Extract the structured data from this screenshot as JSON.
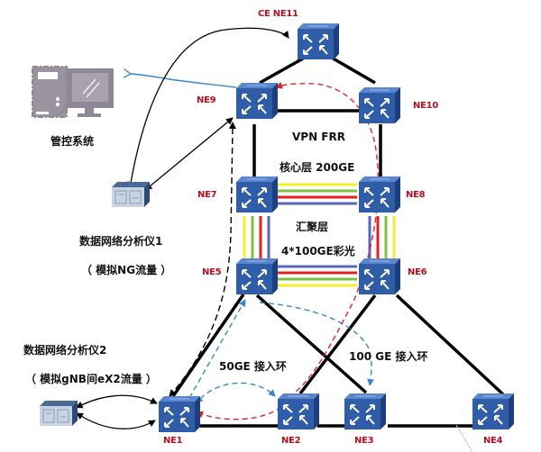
{
  "colors": {
    "router_front": "#2f5da8",
    "router_top": "#4a78c4",
    "router_side": "#1d3f7e",
    "router_label": "#b01020",
    "link": "#000000",
    "red_path": "#e0242c",
    "blue_path": "#3a86c8",
    "mgmt_arrow": "#3a86c8",
    "wave_yellow": "#f4ee2a",
    "wave_green": "#7ec241",
    "wave_red": "#e2201e",
    "wave_blue": "#5a66b8",
    "pc_gray": "#8e8896"
  },
  "nodes": {
    "ne11": {
      "label": "CE  NE11"
    },
    "ne9": {
      "label": "NE9"
    },
    "ne10": {
      "label": "NE10"
    },
    "ne7": {
      "label": "NE7"
    },
    "ne8": {
      "label": "NE8"
    },
    "ne5": {
      "label": "NE5"
    },
    "ne6": {
      "label": "NE6"
    },
    "ne1": {
      "label": "NE1"
    },
    "ne2": {
      "label": "NE2"
    },
    "ne3": {
      "label": "NE3"
    },
    "ne4": {
      "label": "NE4"
    }
  },
  "devices": {
    "mgmt": {
      "label": "管控系统",
      "icon": "computer-icon"
    },
    "analyzer1": {
      "label": "数据网络分析仪1",
      "sublabel": "（ 模拟NG流量 ）",
      "icon": "network-analyzer-icon"
    },
    "analyzer2": {
      "label": "数据网络分析仪2",
      "sublabel": "（ 模拟gNB间eX2流量 ）",
      "icon": "network-analyzer-icon"
    }
  },
  "annotations": {
    "vpn_frr": "VPN FRR",
    "core_layer": "核心层 200GE",
    "agg_layer": "汇聚层",
    "agg_links": "4*100GE彩光",
    "access_50": "50GE 接入环",
    "access_100": "100 GE 接入环"
  }
}
